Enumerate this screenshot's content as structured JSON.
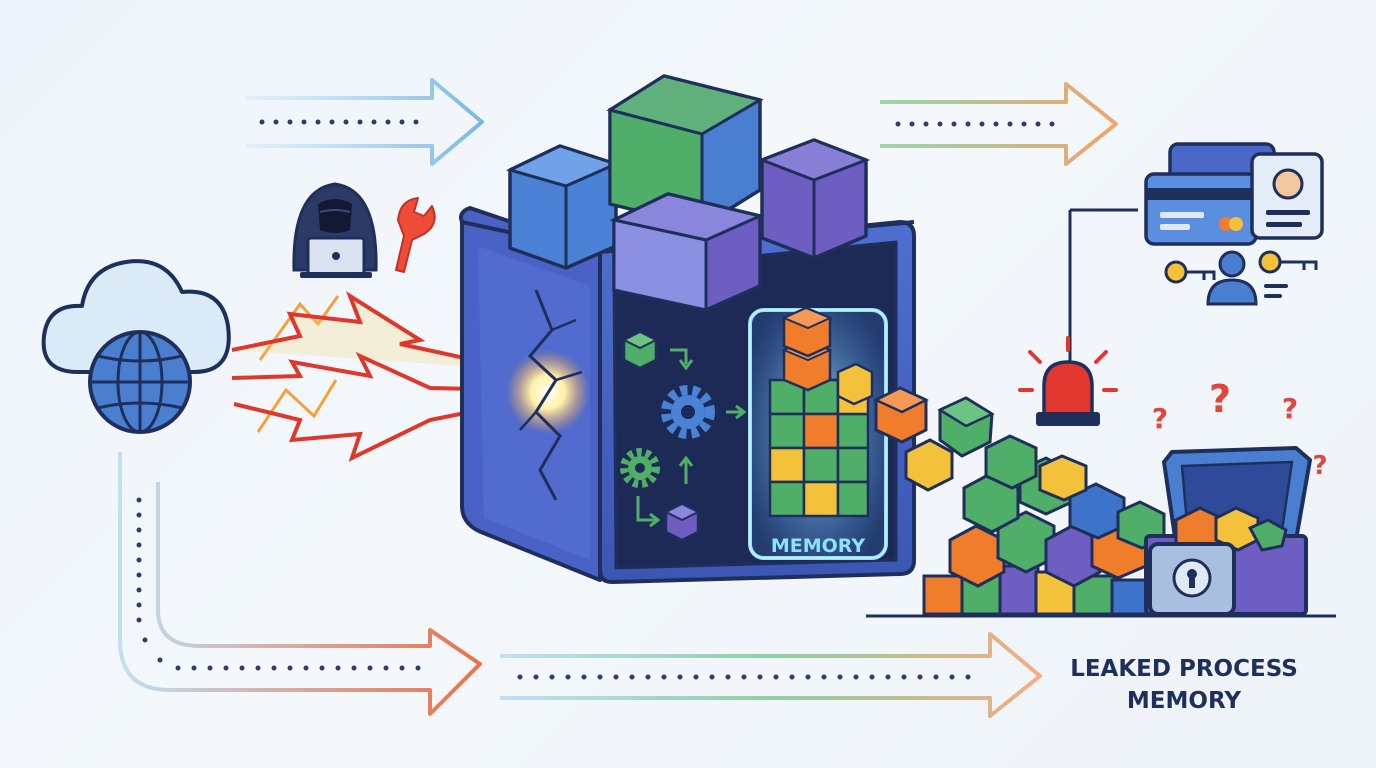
{
  "labels": {
    "memory": "MEMORY",
    "leaked_line1": "LEAKED PROCESS",
    "leaked_line2": "MEMORY",
    "question_mark": "?"
  },
  "icons": [
    "cloud-icon",
    "globe-icon",
    "hacker-icon",
    "laptop-icon",
    "wrench-icon",
    "lightning-bolt-icon",
    "server-box-icon",
    "gear-icon",
    "memory-cube-icon",
    "alarm-light-icon",
    "credit-card-icon",
    "id-card-icon",
    "key-icon",
    "user-icon",
    "treasure-chest-icon",
    "lock-icon",
    "question-mark-icon"
  ],
  "colors": {
    "outline": "#1f2f5c",
    "box_blue": "#4a68c7",
    "box_dark": "#1d2a55",
    "cube_green": "#4fae67",
    "cube_orange": "#ef7d2c",
    "cube_yellow": "#f4c23a",
    "cube_purple": "#6e5ec2",
    "bolt_red": "#e0372b",
    "alarm_red": "#e2372f",
    "arrow_blue": "#7fb8e6",
    "arrow_orange": "#ee7b4a"
  }
}
